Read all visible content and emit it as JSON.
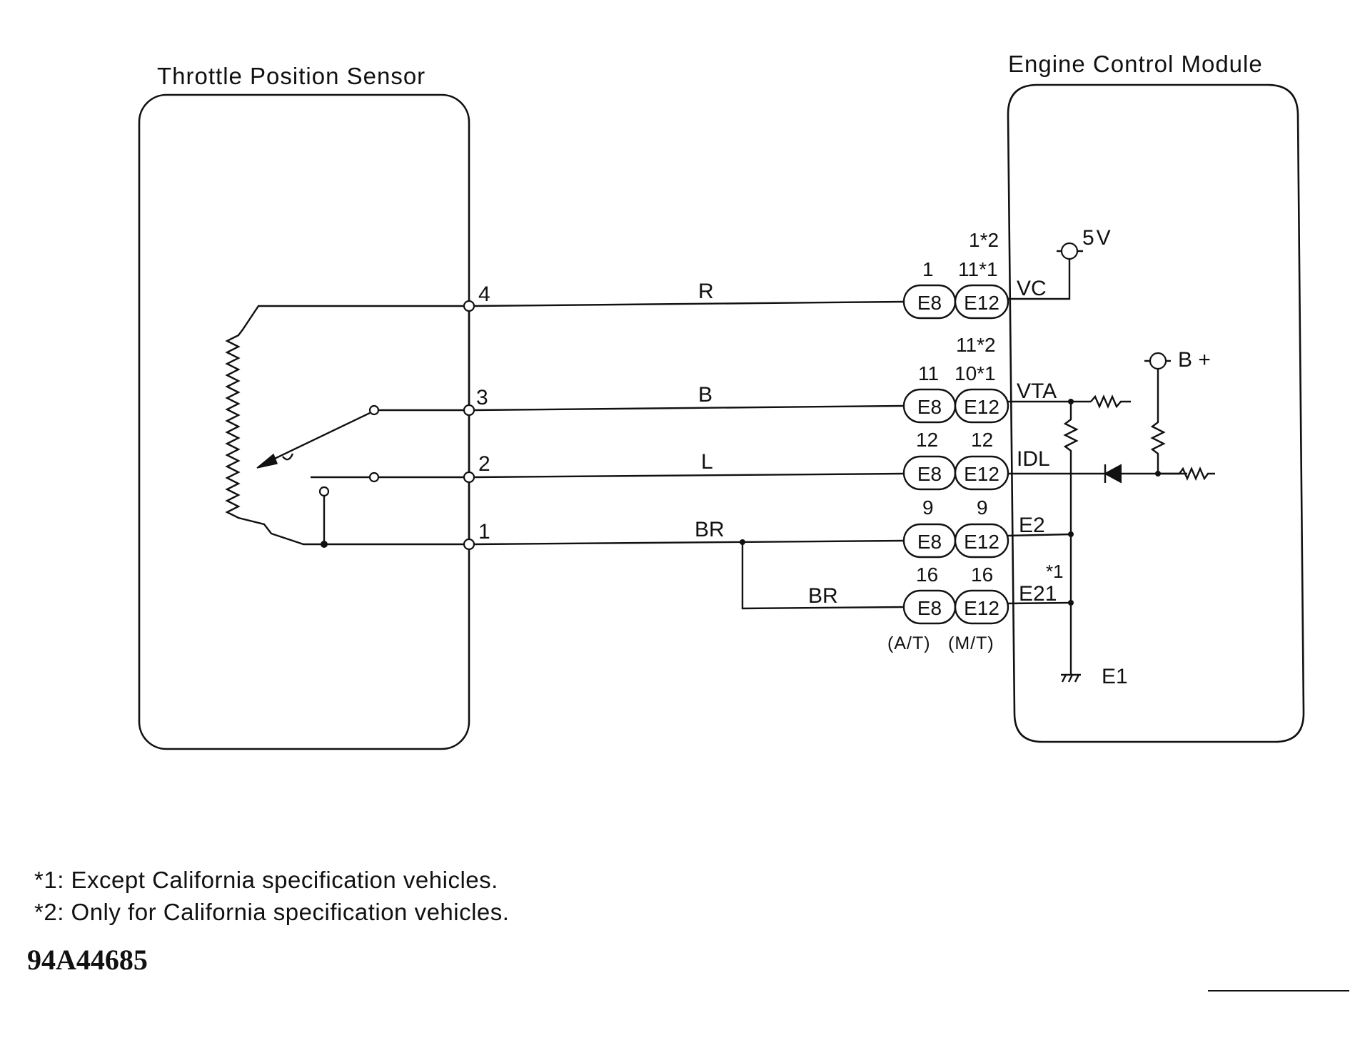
{
  "tps": {
    "title": "Throttle Position Sensor",
    "pins": [
      "4",
      "3",
      "2",
      "1"
    ]
  },
  "ecm": {
    "title": "Engine Control Module",
    "signals": [
      "VC",
      "VTA",
      "IDL",
      "E2",
      "E21"
    ],
    "ground": "E1",
    "supply_5v": "5V",
    "supply_b": "B +"
  },
  "wires": {
    "w4": "R",
    "w3": "B",
    "w2": "L",
    "w1": "BR",
    "w5": "BR"
  },
  "connectors": {
    "left": "E8",
    "right": "E12",
    "left_label": "(A/T)",
    "right_label": "(M/T)"
  },
  "pin_numbers": {
    "vc_left": "1",
    "vc_right_a": "1*2",
    "vc_right_b": "11*1",
    "vta_right_a": "11*2",
    "vta_left": "11",
    "vta_right_b": "10*1",
    "idl_left": "12",
    "idl_right": "12",
    "e2_left": "9",
    "e2_right": "9",
    "e21_left": "16",
    "e21_right": "16",
    "e21_note": "*1"
  },
  "notes": [
    "*1: Except California specification vehicles.",
    "*2: Only for California specification vehicles."
  ],
  "figure_code": "94A44685"
}
